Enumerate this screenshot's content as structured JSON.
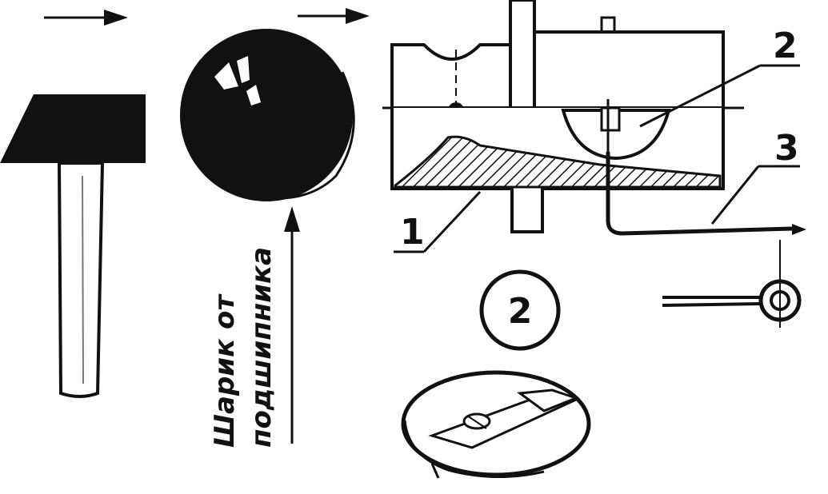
{
  "labels": {
    "part1": "1",
    "part2": "2",
    "part3": "3",
    "detail": "2"
  },
  "caption": {
    "line1": "Шарик от",
    "line2": "подшипника"
  },
  "colors": {
    "ink": "#111111",
    "paper": "#ffffff"
  }
}
